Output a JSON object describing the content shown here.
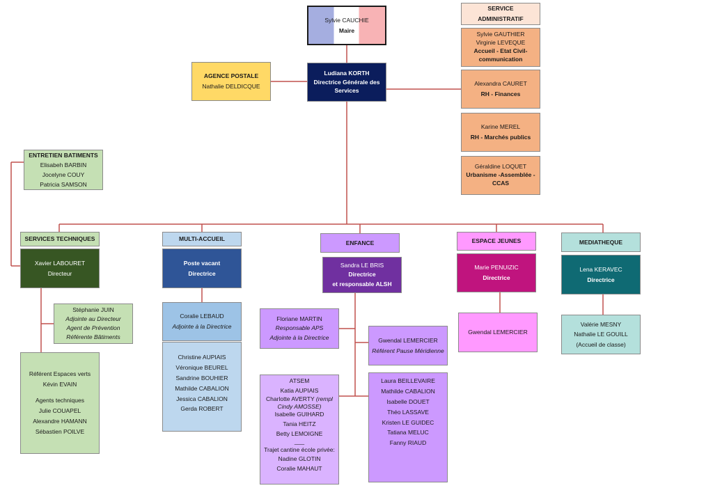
{
  "colors": {
    "line": "#c0504d",
    "flag_blue": "#a5aee0",
    "flag_red": "#f8b3b5",
    "navy": "#0b1d5c",
    "orange": "#f4b183",
    "yellow": "#ffd966",
    "green_light": "#c5e0b4",
    "green_dark": "#375623",
    "blue_light": "#9dc3e6",
    "blue_lighter": "#bdd7ee",
    "blue_dark": "#2f5597",
    "purple_light": "#cc99ff",
    "purple_lighter": "#dab3ff",
    "purple_dark": "#7030a0",
    "pink_light": "#ff99ff",
    "magenta": "#c0147e",
    "teal_light": "#b4e0dc",
    "teal_dark": "#0f6a73"
  },
  "maire": {
    "name": "Sylvie CAUCHIE",
    "role": "Maire"
  },
  "dgs": {
    "name": "Ludiana KORTH",
    "role": "Directrice Générale des Services"
  },
  "agence": {
    "title": "AGENCE POSTALE",
    "name": "Nathalie DELDICQUE"
  },
  "admin": {
    "title": "SERVICE ADMINISTRATIF",
    "box1": {
      "name1": "Sylvie GAUTHIER",
      "name2": "Virginie LEVEQUE",
      "role": "Accueil - Etat Civil- communication"
    },
    "box2": {
      "name": "Alexandra CAURET",
      "role": "RH - Finances"
    },
    "box3": {
      "name": "Karine MEREL",
      "role": "RH - Marchés publics"
    },
    "box4": {
      "name": "Géraldine LOQUET",
      "role": "Urbanisme -Assemblée - CCAS"
    }
  },
  "entretien": {
    "title": "ENTRETIEN BATIMENTS",
    "names": [
      "Elisabeh BARBIN",
      "Jocelyne COUY",
      "Patricia SAMSON"
    ]
  },
  "techniques": {
    "title": "SERVICES TECHNIQUES",
    "head_name": "Xavier LABOURET",
    "head_role": "Directeur",
    "adjoint": {
      "name": "Stéphanie JUIN",
      "roles": [
        "Adjointe au Directeur",
        "Agent de Prévention",
        "Référente Bâtiments"
      ]
    },
    "staff": [
      "Référent Espaces verts",
      "Kévin EVAIN",
      "",
      "Agents techniques",
      "Julie COUAPEL",
      "Alexandre HAMANN",
      "Sébastien POILVE"
    ]
  },
  "multi": {
    "title": "MULTI-ACCUEIL",
    "head_name": "Poste vacant",
    "head_role": "Directrice",
    "adjoint": {
      "name": "Coralie LEBAUD",
      "role": "Adjointe à la Directrice"
    },
    "staff": [
      "Christine AUPIAIS",
      "Véronique BEUREL",
      "Sandrine BOUHIER",
      "Mathilde CABALION",
      "Jessica CABALION",
      "Gerda ROBERT"
    ]
  },
  "enfance": {
    "title": "ENFANCE",
    "head_name": "Sandra LE BRIS",
    "head_role1": "Directrice",
    "head_role2": "et responsable ALSH",
    "aps": {
      "name": "Floriane MARTIN",
      "role1": "Responsable APS",
      "role2": "Adjointe à la Directrice"
    },
    "pause": {
      "name": "Gwendal LEMERCIER",
      "role": "Référent Pause Méridienne"
    },
    "atsem": [
      "ATSEM",
      "Katia AUPIAIS"
    ],
    "atsem_name3a": "Charlotte AVERTY ",
    "atsem_name3b": "(rempl Cindy AMOSSE)",
    "atsem_rest": [
      "Isabelle GUIHARD",
      "Tania HEITZ",
      "Betty LEMOIGNE",
      "___",
      "Trajet cantine école privée:",
      "Nadine GLOTIN",
      "Coralie MAHAUT"
    ],
    "animateurs": [
      "Laura BEILLEVAIRE",
      "Mathilde CABALION",
      "Isabelle DOUET",
      "Théo LASSAVE",
      "Kristen LE GUIDEC",
      "Tatiana MELUC",
      "Fanny RIAUD"
    ]
  },
  "jeunes": {
    "title": "ESPACE JEUNES",
    "head_name": "Marie PENUIZIC",
    "head_role": "Directrice",
    "staff": "Gwendal LEMERCIER"
  },
  "media": {
    "title": "MEDIATHEQUE",
    "head_name": "Lena KERAVEC",
    "head_role": "Directrice",
    "staff": [
      "Valérie MESNY",
      "Nathalie LE GOUILL",
      "(Accueil de classe)"
    ]
  }
}
